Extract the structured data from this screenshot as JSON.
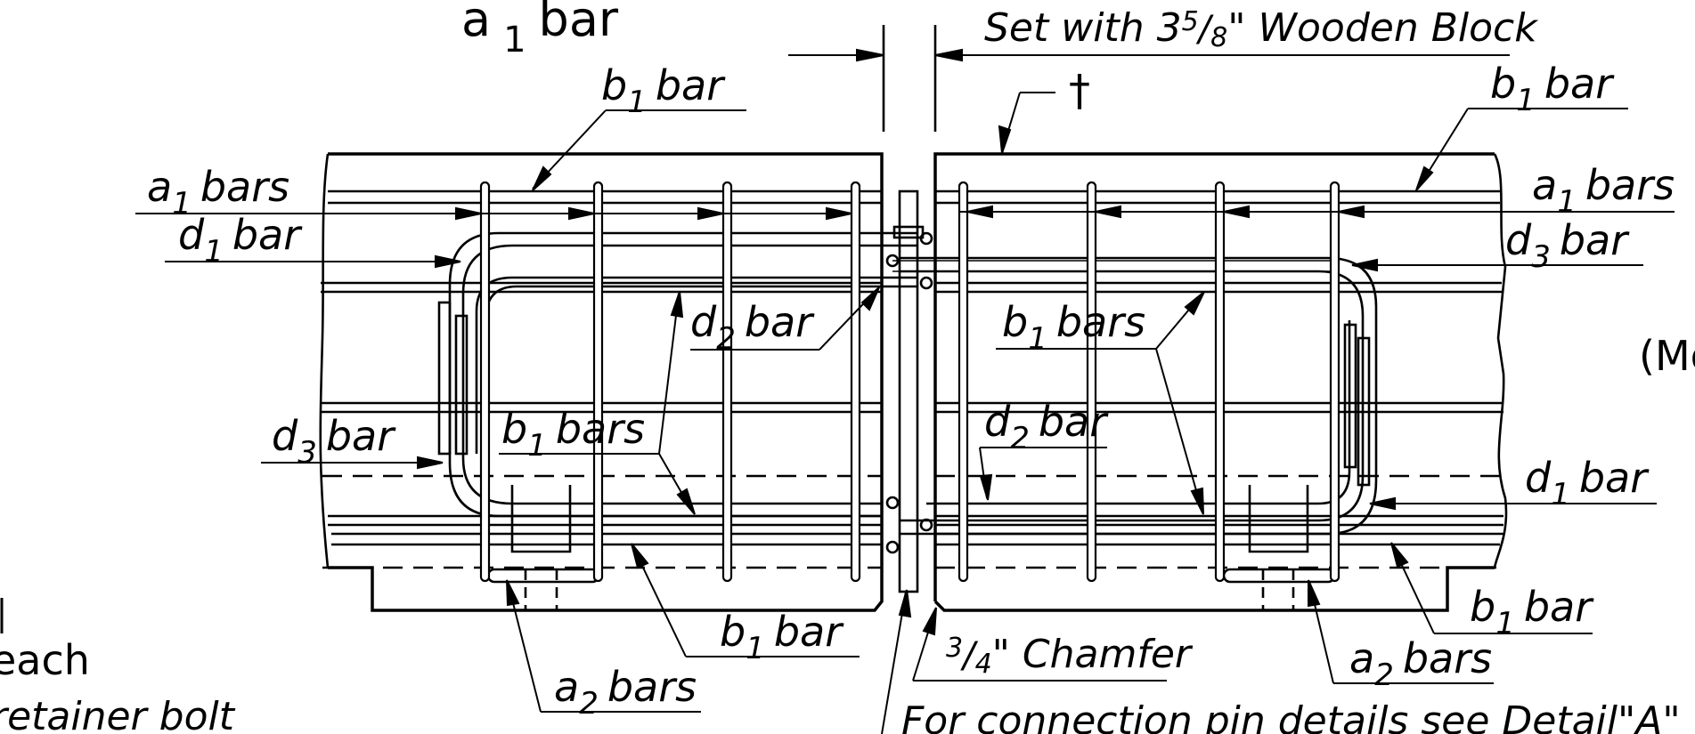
{
  "labels": {
    "a1_bar": "a  bar",
    "a1_bar_sub": "1",
    "wooden_block_pre": "Set with 3",
    "wooden_block_frac_num": "5",
    "wooden_block_frac_den": "8",
    "wooden_block_post": "\" Wooden Block",
    "dagger": "†",
    "b1_bar": "b",
    "b1_bars": "b",
    "sub1": "1",
    "sub2": "2",
    "sub3": "3",
    "bar_word": "bar",
    "bars_word": "bars",
    "a_letter": "a",
    "d_letter": "d",
    "chamfer_num": "3",
    "chamfer_den": "4",
    "chamfer_post": "\" Chamfer",
    "connection_pin": "For connection pin details see Detail\"A\"",
    "right_edge_fragment": "(Mo",
    "left_each": "each",
    "left_retainer": "retainer bolt"
  }
}
